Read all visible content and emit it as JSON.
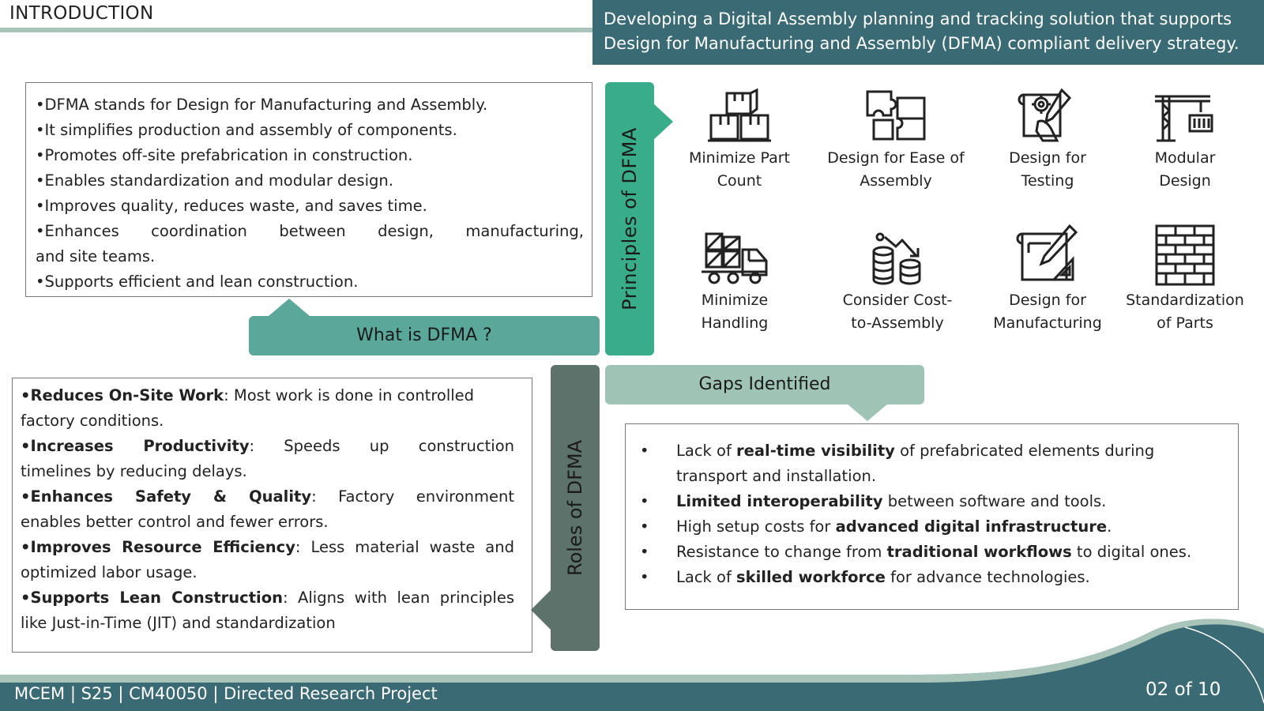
{
  "header": {
    "intro_title": "INTRODUCTION",
    "banner_line1": "Developing a Digital Assembly planning and tracking solution that supports",
    "banner_line2": "Design for Manufacturing and Assembly (DFMA) compliant delivery strategy."
  },
  "what": {
    "label": "What is DFMA ?",
    "l1": "•DFMA stands for Design for Manufacturing and Assembly.",
    "l2": "•It simplifies production and assembly of components.",
    "l3": "•Promotes off-site prefabrication in construction.",
    "l4": "•Enables standardization and modular design.",
    "l5": "•Improves quality, reduces waste, and saves time.",
    "l6a": "•Enhances coordination between design, manufacturing,",
    "l6b": "and site teams.",
    "l7": "•Supports efficient and lean construction."
  },
  "principles": {
    "label": "Principles of DFMA",
    "p1a": "Minimize Part",
    "p1b": "Count",
    "p2a": "Design for Ease of",
    "p2b": "Assembly",
    "p3a": "Design for",
    "p3b": "Testing",
    "p4a": "Modular",
    "p4b": "Design",
    "p5a": "Minimize",
    "p5b": "Handling",
    "p6a": "Consider Cost-",
    "p6b": "to-Assembly",
    "p7a": "Design for",
    "p7b": "Manufacturing",
    "p8a": "Standardization",
    "p8b": "of Parts"
  },
  "roles": {
    "label": "Roles of DFMA",
    "r1_title": "•Reduces On-Site Work",
    "r1_a": ": Most work is done in controlled",
    "r1_b": "factory conditions.",
    "r2_title": "•Increases Productivity",
    "r2_a": ": Speeds up construction",
    "r2_b": "timelines by reducing delays.",
    "r3_title": "•Enhances Safety & Quality",
    "r3_a": ": Factory environment",
    "r3_b": "enables better control and fewer errors.",
    "r4_title": "•Improves Resource Efficiency",
    "r4_a": ": Less material waste and",
    "r4_b": "optimized labor usage.",
    "r5_title": "•Supports Lean Construction",
    "r5_a": ": Aligns with lean principles",
    "r5_b": "like Just-in-Time (JIT) and standardization"
  },
  "gaps": {
    "label": "Gaps Identified",
    "bullet": "•",
    "g1_pre": "Lack of ",
    "g1_bold": "real-time visibility",
    "g1_post": " of prefabricated elements during",
    "g1_line2": "transport and installation.",
    "g2_bold": "Limited interoperability",
    "g2_post": " between software and tools.",
    "g3_pre": "High setup costs for ",
    "g3_bold": "advanced digital infrastructure",
    "g3_post": ".",
    "g4_pre": "Resistance to change from ",
    "g4_bold": "traditional workflows",
    "g4_post": " to digital ones.",
    "g5_pre": "Lack of ",
    "g5_bold": "skilled workforce",
    "g5_post": " for advance technologies."
  },
  "footer": {
    "course": "MCEM | S25 |  CM40050 | Directed Research Project",
    "page": "02 of 10"
  },
  "colors": {
    "banner": "#3a6b74",
    "teal_green": "#39ad8a",
    "what_label": "#5aa899",
    "gaps_label": "#9fc4b6",
    "roles_bar": "#5d726a"
  },
  "icons": [
    "boxes-icon",
    "puzzle-icon",
    "blueprint-gear-icon",
    "crane-icon",
    "truck-icon",
    "coins-chart-icon",
    "blueprint-pencil-icon",
    "brick-wall-icon"
  ]
}
